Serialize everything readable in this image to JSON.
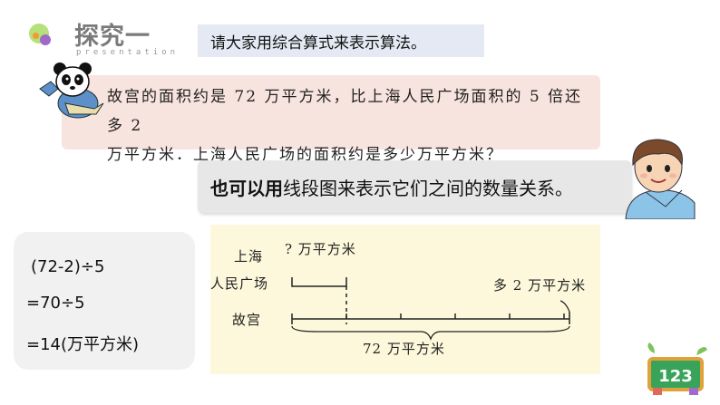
{
  "header": {
    "title": "探究一",
    "subtitle": "presentation",
    "instruction": "请大家用综合算式来表示算法。"
  },
  "problem": {
    "line1": "故宫的面积约是 72 万平方米，比上海人民广场面积的 5 倍还多 2",
    "line2": "万平方米．上海人民广场的面积约是多少万平方米？"
  },
  "hint": {
    "bold_part": "也可以用",
    "rest": "线段图来表示它们之间的数量关系。"
  },
  "calculation": {
    "line1": "(72-2)÷5",
    "line2": "=70÷5",
    "line3": "=14(万平方米)"
  },
  "diagram": {
    "row1_label_line1": "上海",
    "row1_label_line2": "人民广场",
    "row2_label": "故宫",
    "unknown_label": "? 万平方米",
    "extra_label": "多 2 万平方米",
    "total_label": "72 万平方米"
  },
  "badge": {
    "text": "123"
  }
}
